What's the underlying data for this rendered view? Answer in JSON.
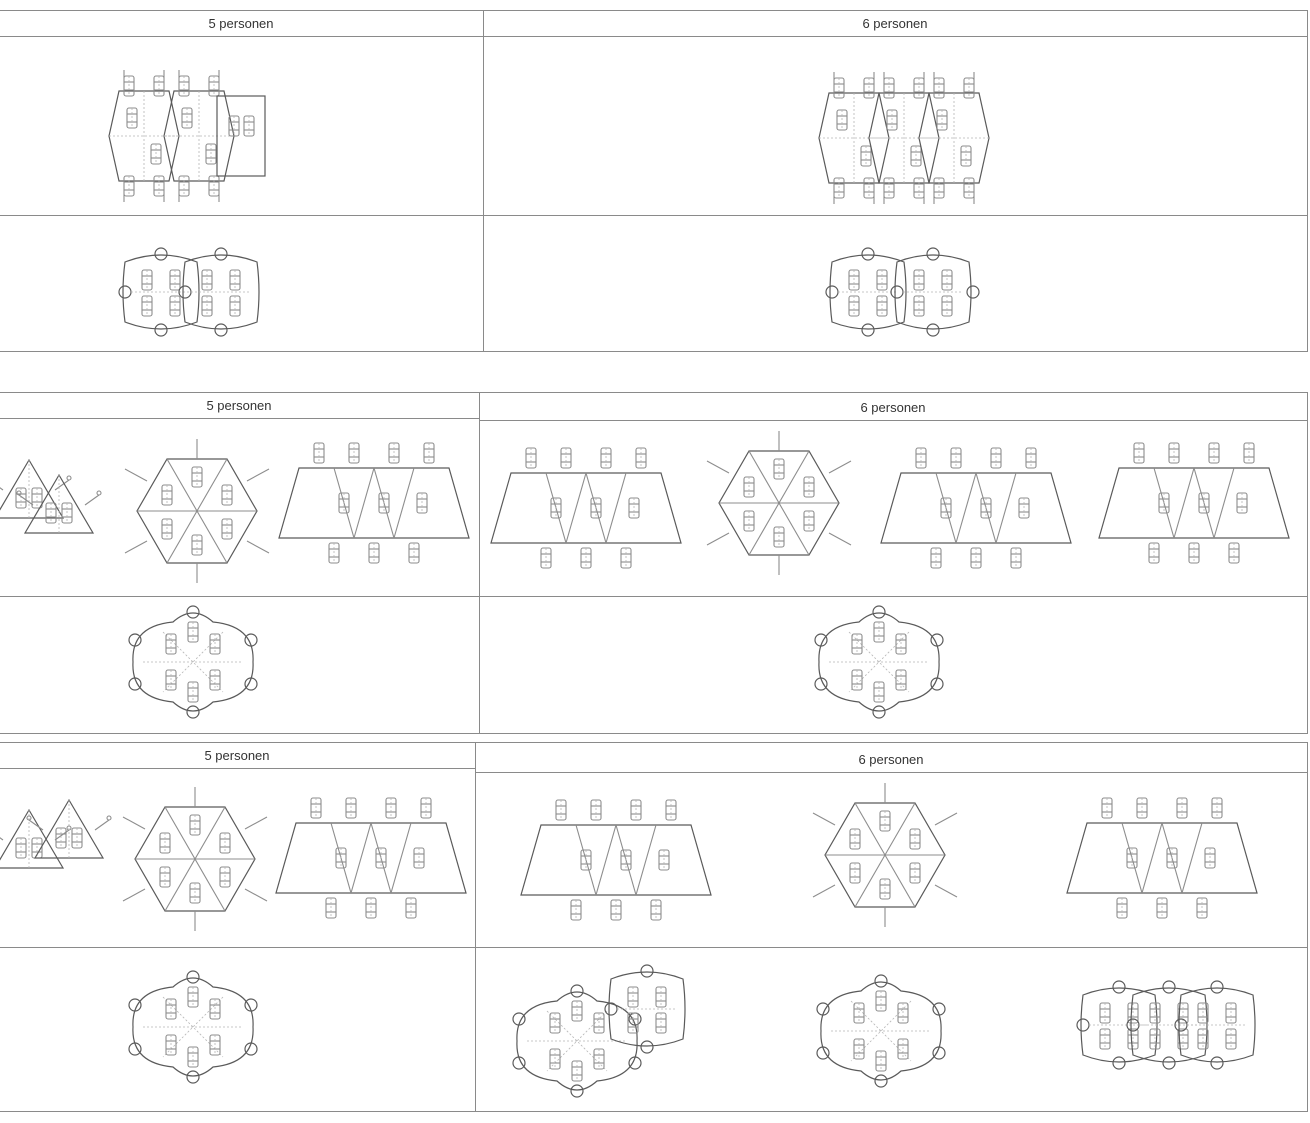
{
  "sections": [
    {
      "left_header": "5 personen",
      "right_header": "6 personen"
    },
    {
      "left_header": "5 personen",
      "right_header": "6 personen"
    },
    {
      "left_header": "5 personen",
      "right_header": "6 personen"
    }
  ]
}
